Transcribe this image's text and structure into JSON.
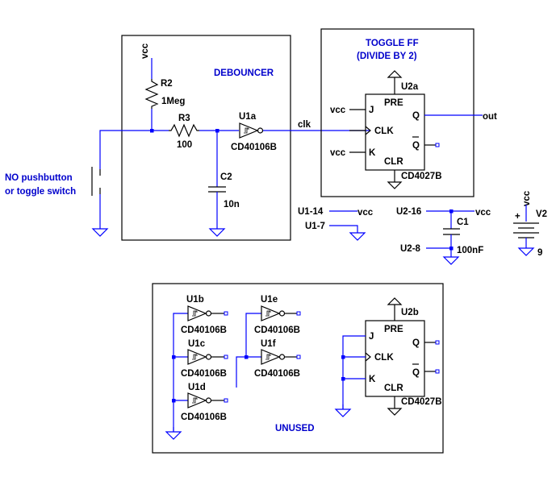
{
  "labels": {
    "debouncer_title": "DEBOUNCER",
    "toggle_title_1": "TOGGLE FF",
    "toggle_title_2": "(DIVIDE BY 2)",
    "unused_title": "UNUSED",
    "pushbutton_1": "NO pushbutton",
    "pushbutton_2": "or toggle switch",
    "vcc": "vcc",
    "r2_name": "R2",
    "r2_value": "1Meg",
    "r3_name": "R3",
    "r3_value": "100",
    "c2_name": "C2",
    "c2_value": "10n",
    "u1a_name": "U1a",
    "u1a_part": "CD40106B",
    "clk_net": "clk",
    "out_net": "out",
    "u2a_name": "U2a",
    "u2b_name": "U2b",
    "ff_part": "CD4027B",
    "pin_j": "J",
    "pin_k": "K",
    "pin_clk": "CLK",
    "pin_pre": "PRE",
    "pin_clr": "CLR",
    "pin_q": "Q",
    "pin_qbar": "Q",
    "u1_14": "U1-14",
    "u1_7": "U1-7",
    "u2_16": "U2-16",
    "u2_8": "U2-8",
    "c1_name": "C1",
    "c1_value": "100nF",
    "v2_name": "V2",
    "v2_value": "9",
    "v2_plus": "+",
    "u1b_name": "U1b",
    "u1c_name": "U1c",
    "u1d_name": "U1d",
    "u1e_name": "U1e",
    "u1f_name": "U1f",
    "inv_part": "CD40106B"
  },
  "colors": {
    "wire": "#0000ff",
    "text_blue": "#0000cc",
    "component": "#000000"
  }
}
